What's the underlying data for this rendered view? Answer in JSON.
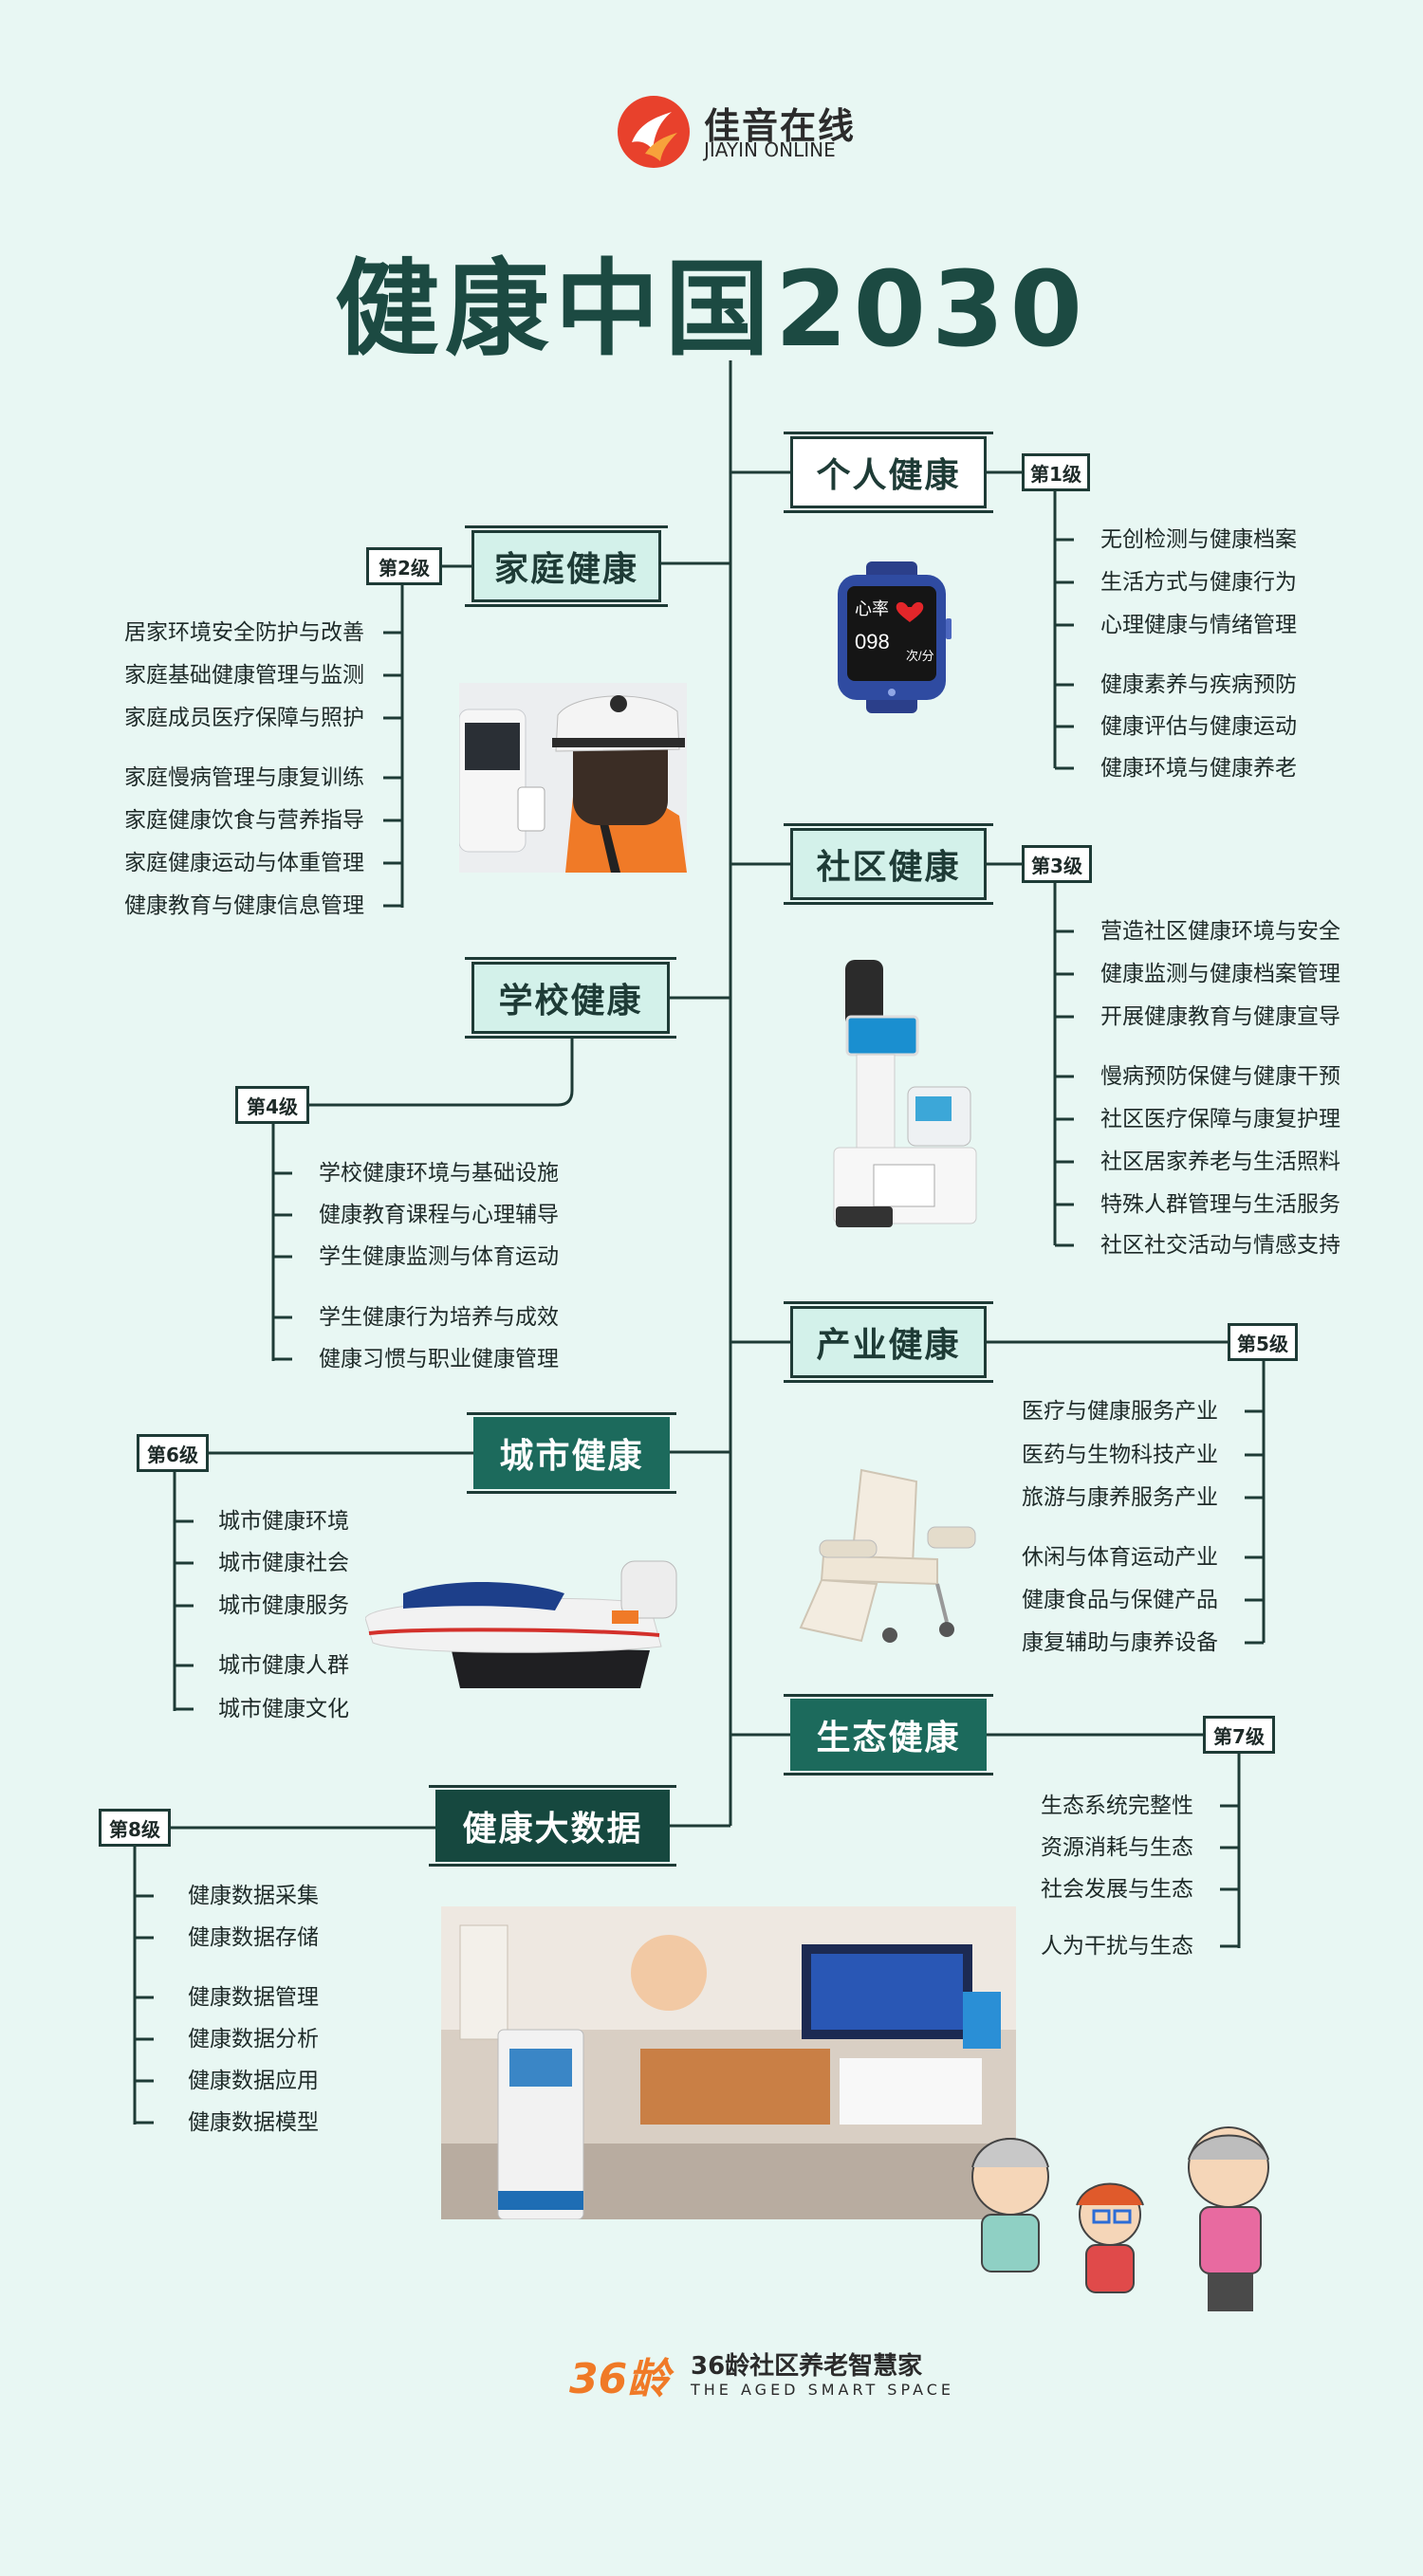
{
  "logo": {
    "cn": "佳音在线",
    "en": "JIAYIN ONLINE"
  },
  "title": "健康中国2030",
  "watch": {
    "label": "心率",
    "value": "098",
    "unit": "次/分"
  },
  "categories": {
    "personal": {
      "label": "个人健康",
      "level": "第1级",
      "items": [
        "无创检测与健康档案",
        "生活方式与健康行为",
        "心理健康与情绪管理",
        "健康素养与疾病预防",
        "健康评估与健康运动",
        "健康环境与健康养老"
      ]
    },
    "family": {
      "label": "家庭健康",
      "level": "第2级",
      "items": [
        "居家环境安全防护与改善",
        "家庭基础健康管理与监测",
        "家庭成员医疗保障与照护",
        "家庭慢病管理与康复训练",
        "家庭健康饮食与营养指导",
        "家庭健康运动与体重管理",
        "健康教育与健康信息管理"
      ]
    },
    "community": {
      "label": "社区健康",
      "level": "第3级",
      "items": [
        "营造社区健康环境与安全",
        "健康监测与健康档案管理",
        "开展健康教育与健康宣导",
        "慢病预防保健与健康干预",
        "社区医疗保障与康复护理",
        "社区居家养老与生活照料",
        "特殊人群管理与生活服务",
        "社区社交活动与情感支持"
      ]
    },
    "school": {
      "label": "学校健康",
      "level": "第4级",
      "items": [
        "学校健康环境与基础设施",
        "健康教育课程与心理辅导",
        "学生健康监测与体育运动",
        "学生健康行为培养与成效",
        "健康习惯与职业健康管理"
      ]
    },
    "industry": {
      "label": "产业健康",
      "level": "第5级",
      "items": [
        "医疗与健康服务产业",
        "医药与生物科技产业",
        "旅游与康养服务产业",
        "休闲与体育运动产业",
        "健康食品与保健产品",
        "康复辅助与康养设备"
      ]
    },
    "city": {
      "label": "城市健康",
      "level": "第6级",
      "items": [
        "城市健康环境",
        "城市健康社会",
        "城市健康服务",
        "城市健康人群",
        "城市健康文化"
      ]
    },
    "eco": {
      "label": "生态健康",
      "level": "第7级",
      "items": [
        "生态系统完整性",
        "资源消耗与生态",
        "社会发展与生态",
        "人为干扰与生态"
      ]
    },
    "bigdata": {
      "label": "健康大数据",
      "level": "第8级",
      "items": [
        "健康数据采集",
        "健康数据存储",
        "健康数据管理",
        "健康数据分析",
        "健康数据应用",
        "健康数据模型"
      ]
    }
  },
  "footer": {
    "brand": "36龄",
    "name": "36龄社区养老智慧家",
    "sub": "THE AGED SMART SPACE"
  }
}
